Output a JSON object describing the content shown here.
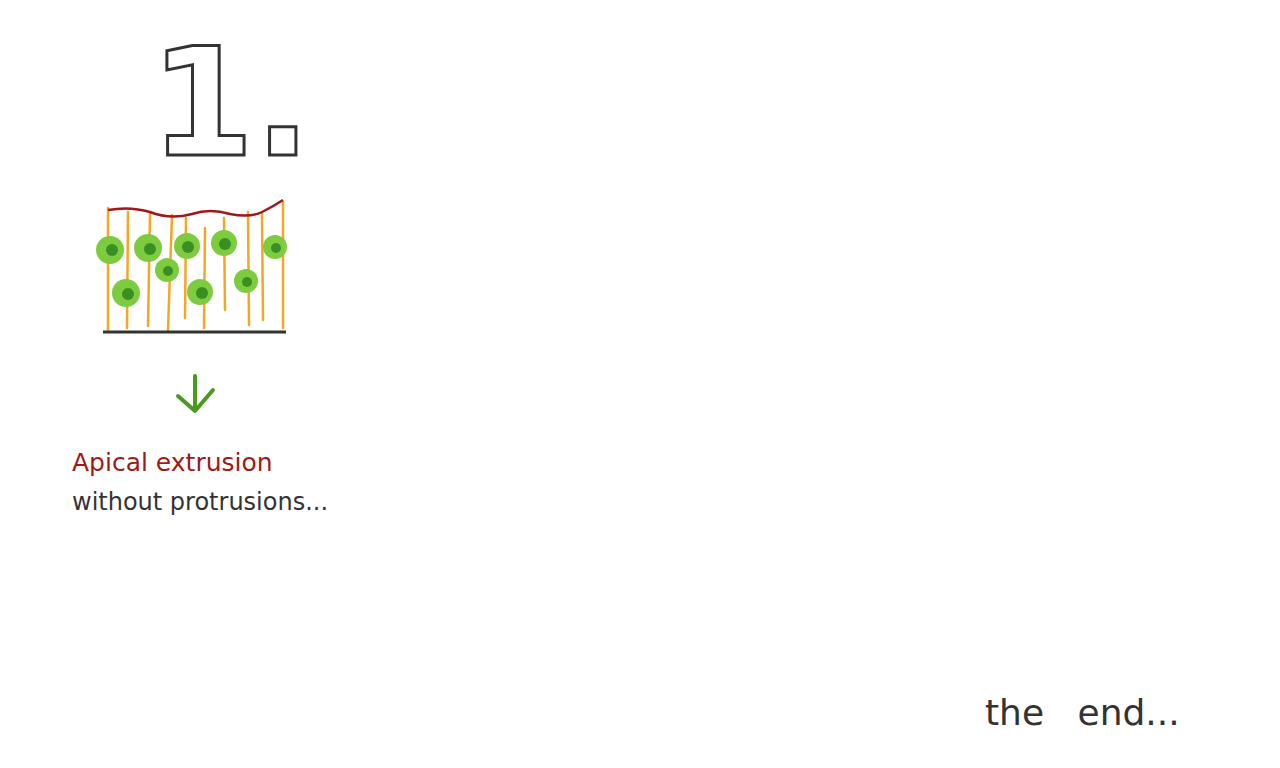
{
  "diagram": {
    "labels": [
      "1.",
      "Apical extrusion",
      "without protrusions...",
      "the end..."
    ]
  }
}
